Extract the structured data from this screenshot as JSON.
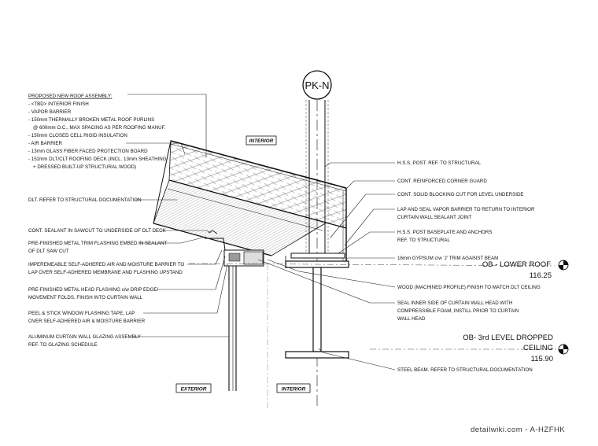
{
  "grid": {
    "label": "PK-N"
  },
  "tags": {
    "interior_top": "INTERIOR",
    "exterior_bottom": "EXTERIOR",
    "interior_bottom": "INTERIOR"
  },
  "roof_assembly": {
    "title": "PROPOSED NEW ROOF ASSEMBLY:",
    "lines": [
      "- <TBD> INTERIOR FINISH",
      "- VAPOR BARRIER",
      "- 150mm THERMALLY BROKEN METAL ROOF PURLINS",
      "@ 600mm O.C., MAX SPACING AS PER ROOFING MANUF.",
      "- 150mm CLOSED CELL RIGID INSULATION",
      "- AIR BARRIER",
      "- 13mm GLASS FIBER FACED PROTECTION BOARD",
      "- 152mm DLT/CLT ROOFING DECK (INCL. 13mm SHEATHING",
      "+ DRESSED BUILT-UP STRUCTURAL WOOD)"
    ]
  },
  "left_notes": [
    "DLT. REFER TO STRUCTURAL DOCUMENTATION",
    "CONT. SEALANT IN SAWCUT  TO UNDERSIDE OF DLT DECK",
    "PRE-FINISHED METAL TRIM FLASHING EMBED IN SEALANT",
    "OF DLT SAW CUT",
    "IMPEREMEABLE SELF-ADHERED AIR AND MOISTURE BARRIER TO",
    "LAP OVER SELF-ADHERED MEMBRANE AND FLASHING UPSTAND",
    "PRE-FINISHED METAL HEAD FLASHING c/w DRIP EDGE/",
    "MOVEMENT FOLDS, FINISH INTO CURTAIN WALL",
    "PEEL & STICK WINDOW FLASHING TAPE, LAP",
    "OVER SELF-ADHERED AIR & MOISTURE BARRIER",
    "ALUMINUM CURTAIN WALL GLAZING ASSEMBLY",
    "REF. TO GLAZING SCHEDULE"
  ],
  "right_notes": [
    "H.S.S. POST. REF. TO STRUCTURAL",
    "CONT. REINFORCED CORNER GUARD",
    "CONT. SOLID BLOCKING CUT FOR LEVEL UNDERSIDE",
    "LAP AND SEAL VAPOR BARRIER TO RETURN TO INTERIOR",
    "CURTAIN WALL SEALANT JOINT",
    "H.S.S. POST BASEPLATE AND ANCHORS",
    "REF. TO STRUCTURAL",
    "16mm GYPSUM  c/w 'J' TRIM AGAINST BEAM",
    "WOOD (MACHINED PROFILE) FINISH TO MATCH DLT CEILING",
    "SEAL INNER SIDE OF CURTAIN WALL HEAD WITH",
    "COMPRESSIBLE FOAM, INSTILL PRIOR TO CURTAIN",
    "WALL HEAD",
    "STEEL BEAM. REFER TO STRUCTURAL DOCUMENTATION"
  ],
  "levels": {
    "lower_roof_name": "OB - LOWER ROOF",
    "lower_roof_value": "116.25",
    "dropped_ceiling_name_1": "OB- 3rd LEVEL DROPPED",
    "dropped_ceiling_name_2": "CEILING",
    "dropped_ceiling_value": "115.90"
  },
  "watermark": "detailwiki.com - A-HZFHK"
}
